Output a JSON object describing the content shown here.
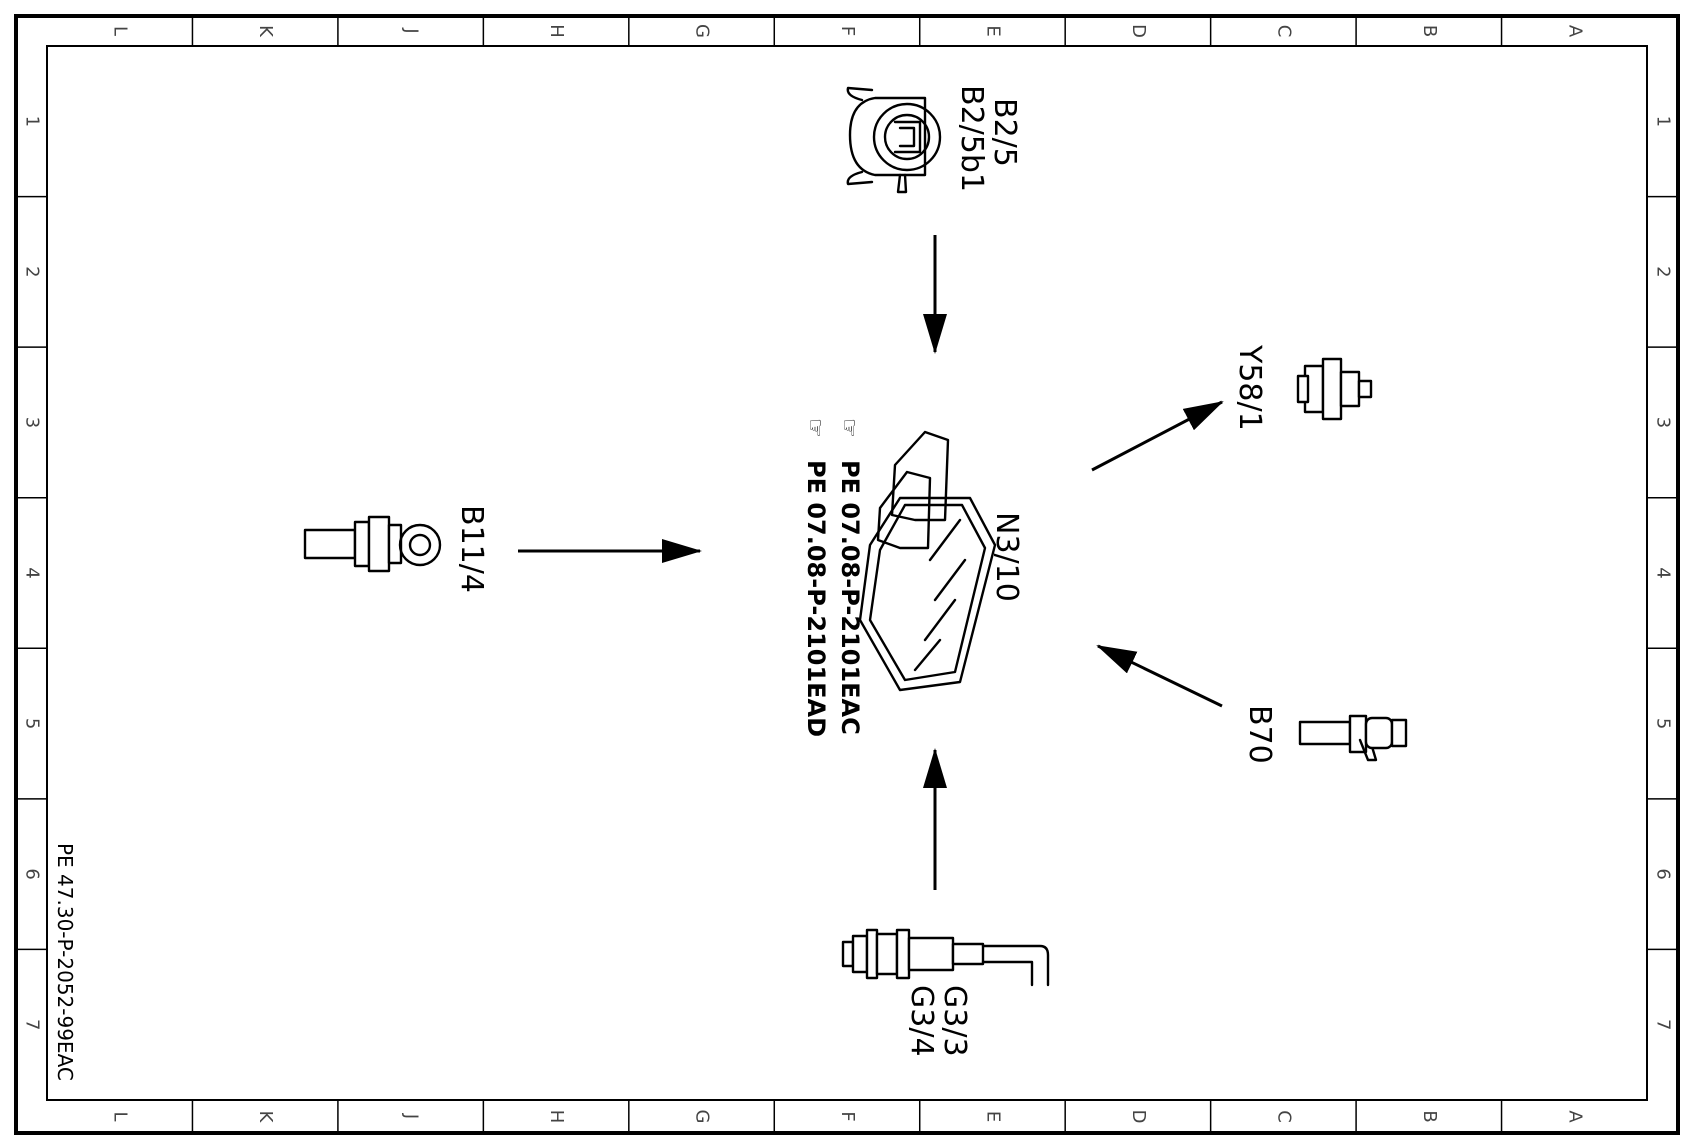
{
  "drawing": {
    "code": "PE 47.30-P-2052-99EAC",
    "zones_columns": [
      "L",
      "K",
      "J",
      "H",
      "G",
      "F",
      "E",
      "D",
      "C",
      "B",
      "A"
    ],
    "zones_rows": [
      "1",
      "2",
      "3",
      "4",
      "5",
      "6",
      "7"
    ]
  },
  "components": {
    "b2": {
      "label_1": "B2/5",
      "label_2": "B2/5b1"
    },
    "b11": {
      "label": "B11/4"
    },
    "n3": {
      "label": "N3/10"
    },
    "y58": {
      "label": "Y58/1"
    },
    "b70": {
      "label": "B70"
    },
    "g3": {
      "label_1": "G3/3",
      "label_2": "G3/4"
    }
  },
  "references": [
    "PE 07.08-P-2101EAC",
    "PE 07.08-P-2101EAD"
  ],
  "icons": {
    "reference": "pointing-hand-icon"
  }
}
